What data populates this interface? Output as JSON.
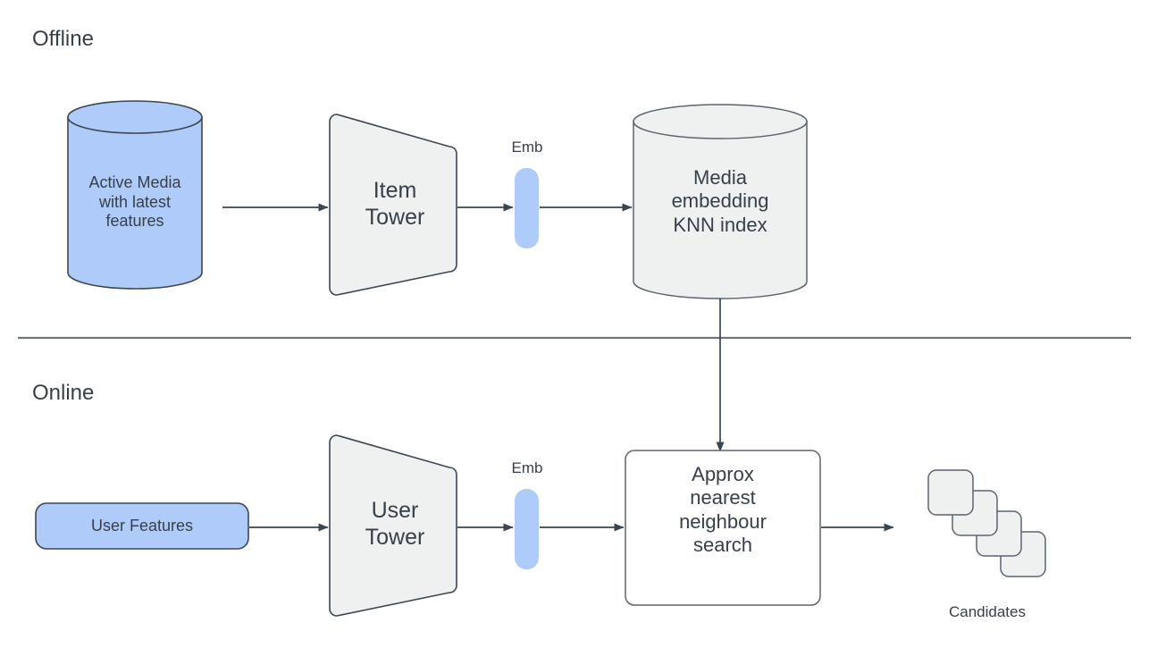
{
  "diagram": {
    "title_offline": "Offline",
    "title_online": "Online",
    "colors": {
      "accent_blue": "#aecbfa",
      "node_gray": "#eff1f0",
      "stroke_dark": "#3c4650",
      "stroke_soft": "#5b646e",
      "text": "#37404a",
      "divider": "#6b7480",
      "white": "#ffffff"
    }
  },
  "offline": {
    "section_label": "Offline",
    "nodes": {
      "source_db": {
        "label": "Active Media\nwith latest\nfeatures",
        "shape": "cylinder",
        "fill": "#aecbfa"
      },
      "item_tower": {
        "label": "Item\nTower",
        "shape": "trapezoid",
        "fill": "#eff1f0"
      },
      "embedding": {
        "label": "Emb",
        "shape": "rounded-bar",
        "fill": "#aecbfa"
      },
      "knn_index": {
        "label": "Media\nembedding\nKNN index",
        "shape": "cylinder",
        "fill": "#eff1f0"
      }
    }
  },
  "online": {
    "section_label": "Online",
    "nodes": {
      "user_features": {
        "label": "User Features",
        "shape": "rounded-rect",
        "fill": "#aecbfa"
      },
      "user_tower": {
        "label": "User\nTower",
        "shape": "trapezoid",
        "fill": "#eff1f0"
      },
      "embedding": {
        "label": "Emb",
        "shape": "rounded-bar",
        "fill": "#aecbfa"
      },
      "ann_search": {
        "label": "Approx\nnearest\nneighbour\nsearch",
        "shape": "rounded-rect",
        "fill": "#ffffff"
      },
      "candidates": {
        "label": "Candidates",
        "shape": "card-stack",
        "fill": "#eff1f0",
        "card_count": 4
      }
    }
  },
  "edges": [
    {
      "name": "source-db-to-item-tower",
      "from": "source_db",
      "to": "item_tower",
      "direction": "right"
    },
    {
      "name": "item-tower-to-emb",
      "from": "item_tower",
      "to": "embedding",
      "direction": "right"
    },
    {
      "name": "emb-to-knn-index",
      "from": "embedding",
      "to": "knn_index",
      "direction": "right"
    },
    {
      "name": "knn-index-to-ann-search",
      "from": "knn_index",
      "to": "ann_search",
      "direction": "down"
    },
    {
      "name": "user-features-to-user-tower",
      "from": "user_features",
      "to": "user_tower",
      "direction": "right"
    },
    {
      "name": "user-tower-to-emb",
      "from": "user_tower",
      "to": "embedding",
      "direction": "right"
    },
    {
      "name": "emb-to-ann-search",
      "from": "embedding",
      "to": "ann_search",
      "direction": "right"
    },
    {
      "name": "ann-search-to-candidates",
      "from": "ann_search",
      "to": "candidates",
      "direction": "right"
    }
  ]
}
